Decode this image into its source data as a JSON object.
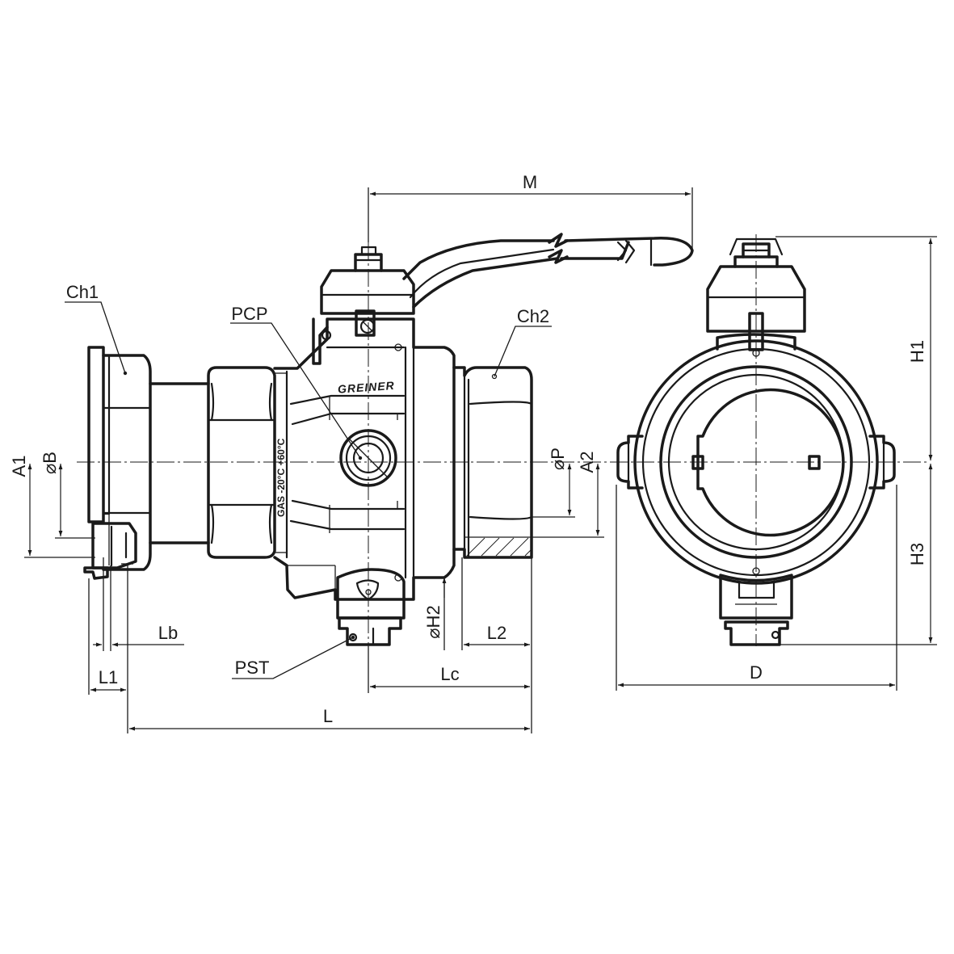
{
  "labels": {
    "M": "M",
    "Ch1": "Ch1",
    "Ch2": "Ch2",
    "PCP": "PCP",
    "A1": "A1",
    "B": "⌀B",
    "P": "⌀P",
    "A2": "A2",
    "H1": "H1",
    "H2": "⌀H2",
    "H3": "H3",
    "Lb": "Lb",
    "L1": "L1",
    "L2": "L2",
    "Lc": "Lc",
    "L": "L",
    "D": "D",
    "PST": "PST"
  },
  "body_marks": {
    "brand": "GREINER",
    "stamp": "GAS -20°C +60°C"
  },
  "colors": {
    "line": "#1a1a1a",
    "background": "#ffffff"
  }
}
